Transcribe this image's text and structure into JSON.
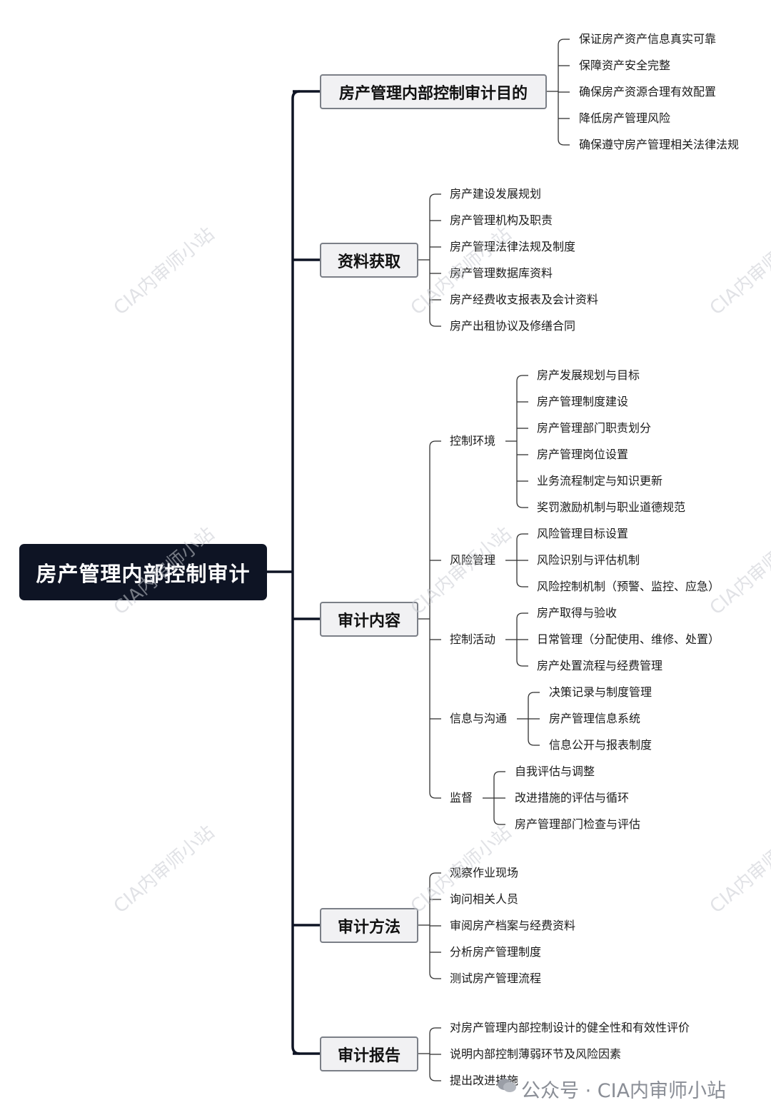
{
  "root": "房产管理内部控制审计",
  "branches": [
    {
      "label": "房产管理内部控制审计目的",
      "items": [
        "保证房产资产信息真实可靠",
        "保障资产安全完整",
        "确保房产资源合理有效配置",
        "降低房产管理风险",
        "确保遵守房产管理相关法律法规"
      ]
    },
    {
      "label": "资料获取",
      "items": [
        "房产建设发展规划",
        "房产管理机构及职责",
        "房产管理法律法规及制度",
        "房产管理数据库资料",
        "房产经费收支报表及会计资料",
        "房产出租协议及修缮合同"
      ]
    },
    {
      "label": "审计内容",
      "subs": [
        {
          "label": "控制环境",
          "items": [
            "房产发展规划与目标",
            "房产管理制度建设",
            "房产管理部门职责划分",
            "房产管理岗位设置",
            "业务流程制定与知识更新",
            "奖罚激励机制与职业道德规范"
          ]
        },
        {
          "label": "风险管理",
          "items": [
            "风险管理目标设置",
            "风险识别与评估机制",
            "风险控制机制（预警、监控、应急）"
          ]
        },
        {
          "label": "控制活动",
          "items": [
            "房产取得与验收",
            "日常管理（分配使用、维修、处置）",
            "房产处置流程与经费管理"
          ]
        },
        {
          "label": "信息与沟通",
          "items": [
            "决策记录与制度管理",
            "房产管理信息系统",
            "信息公开与报表制度"
          ]
        },
        {
          "label": "监督",
          "items": [
            "自我评估与调整",
            "改进措施的评估与循环",
            "房产管理部门检查与评估"
          ]
        }
      ]
    },
    {
      "label": "审计方法",
      "items": [
        "观察作业现场",
        "询问相关人员",
        "审阅房产档案与经费资料",
        "分析房产管理制度",
        "测试房产管理流程"
      ]
    },
    {
      "label": "审计报告",
      "items": [
        "对房产管理内部控制设计的健全性和有效性评价",
        "说明内部控制薄弱环节及风险因素",
        "提出改进措施"
      ]
    }
  ],
  "watermark": "CIA内审师小站",
  "footer": "公众号 · CIA内审师小站",
  "colors": {
    "root_bg": "#0e1424",
    "line": "#0e1424",
    "branch_bg": "#f1f1f3",
    "watermark": "#c9ccd2"
  }
}
